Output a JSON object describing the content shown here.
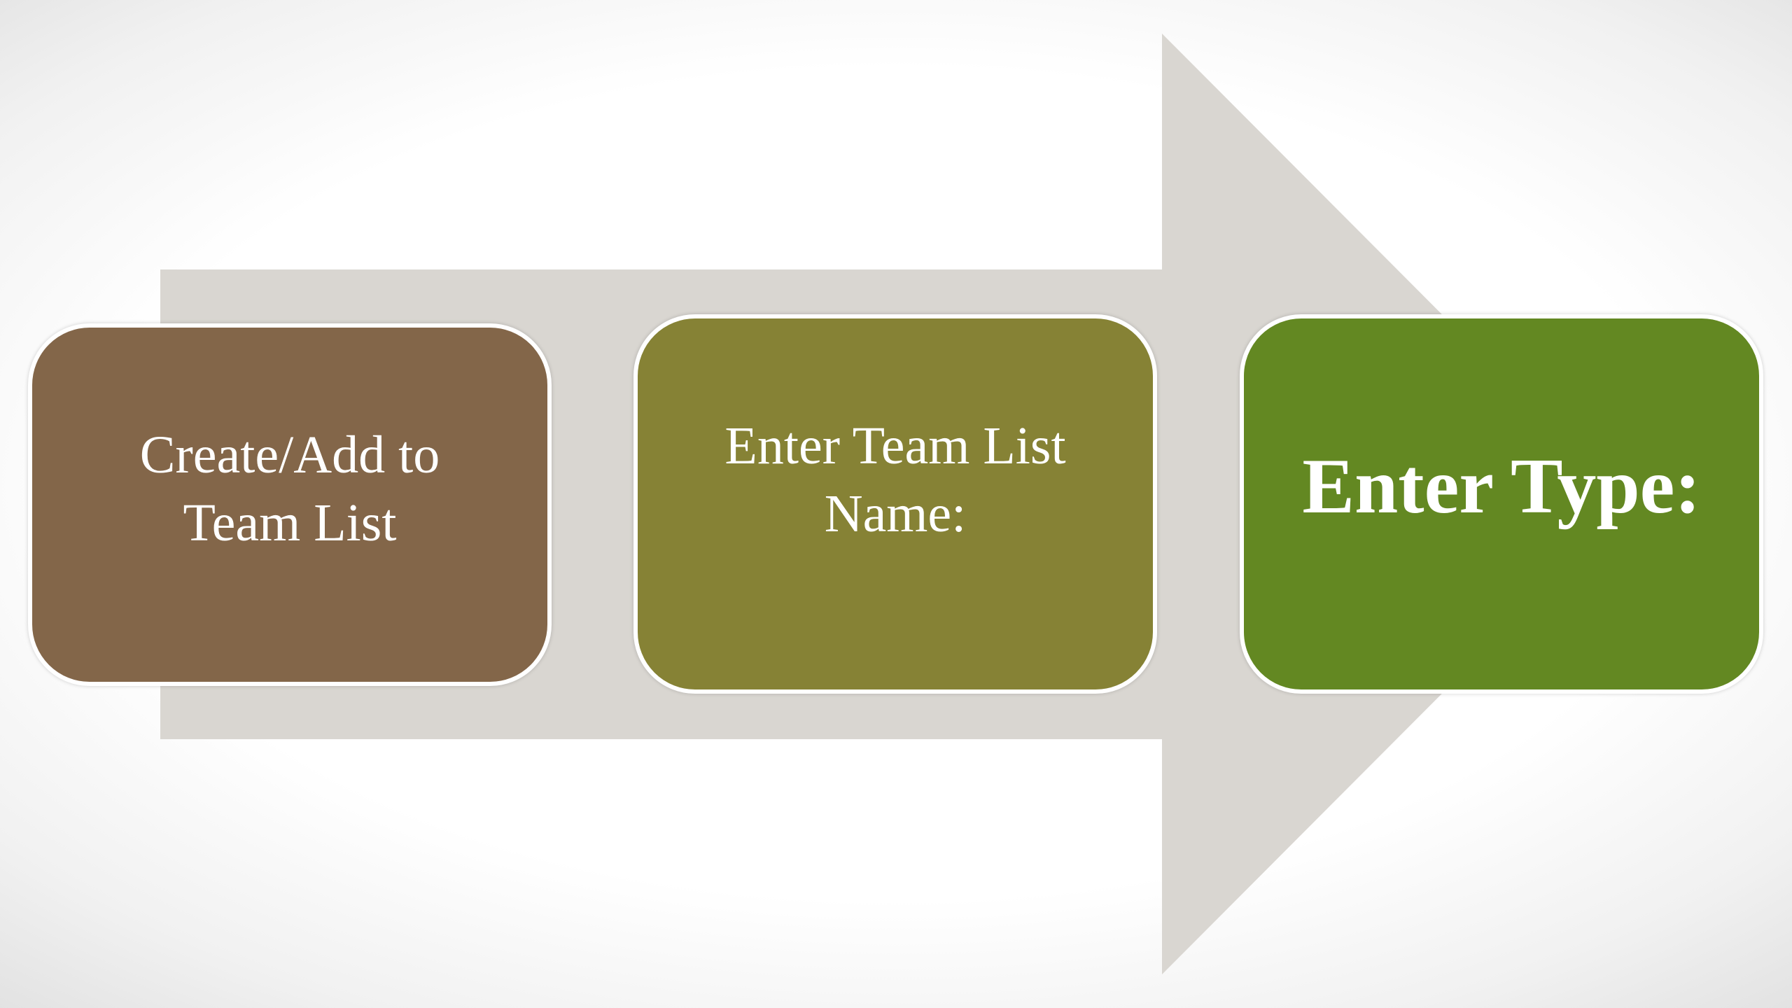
{
  "colors": {
    "arrow": "#d9d6d1",
    "step_1": "#836649",
    "step_2": "#868235",
    "step_3": "#638822",
    "border": "#ffffff",
    "text": "#ffffff"
  },
  "steps": [
    {
      "label": "Create/Add to\nTeam List",
      "emphasis": false
    },
    {
      "label": "Enter Team List\nName:",
      "emphasis": false
    },
    {
      "label": "Enter Type:",
      "emphasis": true
    }
  ]
}
